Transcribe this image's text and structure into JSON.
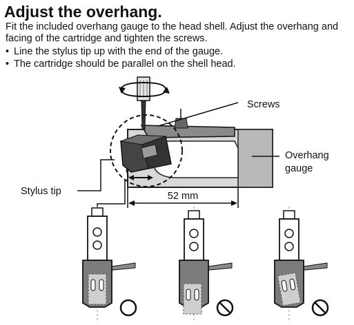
{
  "title": "Adjust the overhang.",
  "intro": "Fit the included overhang gauge to the head shell. Adjust the overhang and facing of the cartridge and tighten the screws.",
  "bullets": [
    "Line the stylus tip up with the end of the gauge.",
    "The cartridge should be parallel on the shell head."
  ],
  "labels": {
    "screws": "Screws",
    "overhang_gauge_line1": "Overhang",
    "overhang_gauge_line2": "gauge",
    "stylus_tip": "Stylus tip",
    "distance": "52 mm"
  },
  "examples": [
    {
      "result": "correct",
      "icon": "circle-ok-icon"
    },
    {
      "result": "incorrect",
      "icon": "prohibited-icon"
    },
    {
      "result": "incorrect",
      "icon": "prohibited-icon"
    }
  ]
}
